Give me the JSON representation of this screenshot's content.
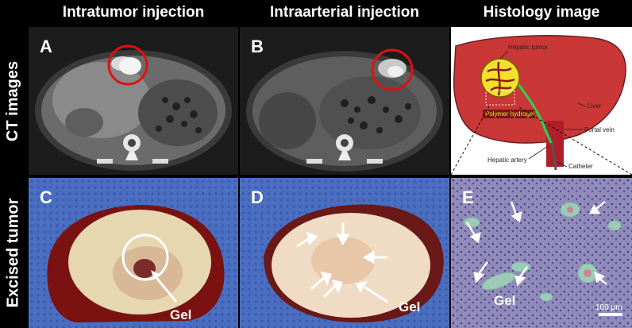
{
  "headers": {
    "col1": "Intratumor injection",
    "col2": "Intraarterial injection",
    "col3": "Histology image"
  },
  "row_labels": {
    "row1": "CT images",
    "row2": "Excised tumor"
  },
  "panels": {
    "a": "A",
    "b": "B",
    "c": "C",
    "d": "D",
    "e": "E"
  },
  "annotations": {
    "gel_c": "Gel",
    "gel_d": "Gel",
    "gel_e": "Gel",
    "scale_bar": "100 μm"
  },
  "schematic": {
    "hepatic_tumor": "Hepatic tumor",
    "polymer_hydrogel": "Polymer hydrogel",
    "liver": "Liver",
    "portal_vein": "Portal vein",
    "hepatic_artery": "Hepatic artery",
    "catheter": "Catheter"
  },
  "colors": {
    "highlight_circle": "#e01010",
    "liver": "#c93737",
    "tumor_yellow": "#f2e02a",
    "gel_green": "#2fd14f"
  }
}
